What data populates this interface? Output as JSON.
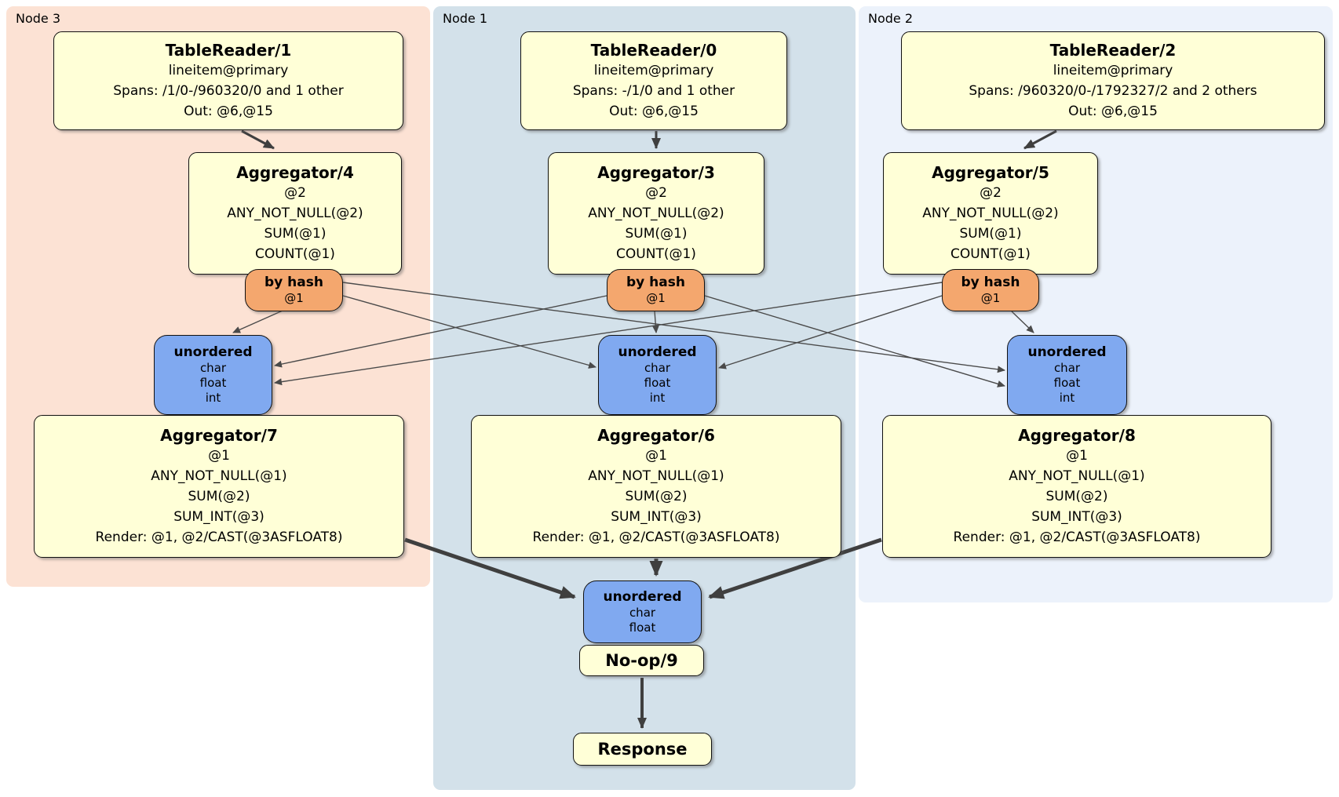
{
  "groups": {
    "node3": {
      "label": "Node 3"
    },
    "node1": {
      "label": "Node 1"
    },
    "node2": {
      "label": "Node 2"
    }
  },
  "colors": {
    "node3_bg": "#fce2d4",
    "node1_bg": "#d3e1ea",
    "node2_bg": "#ecf2fb",
    "processor_bg": "#ffffd7",
    "router_bg": "#f4a76e",
    "synchronizer_bg": "#80a9f0",
    "edge": "#444444"
  },
  "nodes": {
    "tr1": {
      "title": "TableReader/1",
      "lines": [
        "lineitem@primary",
        "Spans: /1/0-/960320/0 and 1 other",
        "Out: @6,@15"
      ]
    },
    "tr0": {
      "title": "TableReader/0",
      "lines": [
        "lineitem@primary",
        "Spans: -/1/0 and 1 other",
        "Out: @6,@15"
      ]
    },
    "tr2": {
      "title": "TableReader/2",
      "lines": [
        "lineitem@primary",
        "Spans: /960320/0-/1792327/2 and 2 others",
        "Out: @6,@15"
      ]
    },
    "agg4": {
      "title": "Aggregator/4",
      "lines": [
        "@2",
        "ANY_NOT_NULL(@2)",
        "SUM(@1)",
        "COUNT(@1)"
      ]
    },
    "agg3": {
      "title": "Aggregator/3",
      "lines": [
        "@2",
        "ANY_NOT_NULL(@2)",
        "SUM(@1)",
        "COUNT(@1)"
      ]
    },
    "agg5": {
      "title": "Aggregator/5",
      "lines": [
        "@2",
        "ANY_NOT_NULL(@2)",
        "SUM(@1)",
        "COUNT(@1)"
      ]
    },
    "byhash4": {
      "title": "by hash",
      "lines": [
        "@1"
      ]
    },
    "byhash3": {
      "title": "by hash",
      "lines": [
        "@1"
      ]
    },
    "byhash5": {
      "title": "by hash",
      "lines": [
        "@1"
      ]
    },
    "unord7": {
      "title": "unordered",
      "lines": [
        "char",
        "float",
        "int"
      ]
    },
    "unord6": {
      "title": "unordered",
      "lines": [
        "char",
        "float",
        "int"
      ]
    },
    "unord8": {
      "title": "unordered",
      "lines": [
        "char",
        "float",
        "int"
      ]
    },
    "agg7": {
      "title": "Aggregator/7",
      "lines": [
        "@1",
        "ANY_NOT_NULL(@1)",
        "SUM(@2)",
        "SUM_INT(@3)",
        "Render: @1, @2/CAST(@3ASFLOAT8)"
      ]
    },
    "agg6": {
      "title": "Aggregator/6",
      "lines": [
        "@1",
        "ANY_NOT_NULL(@1)",
        "SUM(@2)",
        "SUM_INT(@3)",
        "Render: @1, @2/CAST(@3ASFLOAT8)"
      ]
    },
    "agg8": {
      "title": "Aggregator/8",
      "lines": [
        "@1",
        "ANY_NOT_NULL(@1)",
        "SUM(@2)",
        "SUM_INT(@3)",
        "Render: @1, @2/CAST(@3ASFLOAT8)"
      ]
    },
    "unord9": {
      "title": "unordered",
      "lines": [
        "char",
        "float"
      ]
    },
    "noop": {
      "title": "No-op/9"
    },
    "resp": {
      "title": "Response"
    }
  },
  "edges": [
    {
      "from": "TableReader/1",
      "to": "Aggregator/4"
    },
    {
      "from": "TableReader/0",
      "to": "Aggregator/3"
    },
    {
      "from": "TableReader/2",
      "to": "Aggregator/5"
    },
    {
      "from": "Aggregator/4 by hash",
      "to": "Aggregator/7 unordered"
    },
    {
      "from": "Aggregator/4 by hash",
      "to": "Aggregator/6 unordered"
    },
    {
      "from": "Aggregator/4 by hash",
      "to": "Aggregator/8 unordered"
    },
    {
      "from": "Aggregator/3 by hash",
      "to": "Aggregator/7 unordered"
    },
    {
      "from": "Aggregator/3 by hash",
      "to": "Aggregator/6 unordered"
    },
    {
      "from": "Aggregator/3 by hash",
      "to": "Aggregator/8 unordered"
    },
    {
      "from": "Aggregator/5 by hash",
      "to": "Aggregator/7 unordered"
    },
    {
      "from": "Aggregator/5 by hash",
      "to": "Aggregator/6 unordered"
    },
    {
      "from": "Aggregator/5 by hash",
      "to": "Aggregator/8 unordered"
    },
    {
      "from": "Aggregator/7",
      "to": "No-op/9 unordered"
    },
    {
      "from": "Aggregator/6",
      "to": "No-op/9 unordered"
    },
    {
      "from": "Aggregator/8",
      "to": "No-op/9 unordered"
    },
    {
      "from": "No-op/9",
      "to": "Response"
    }
  ]
}
